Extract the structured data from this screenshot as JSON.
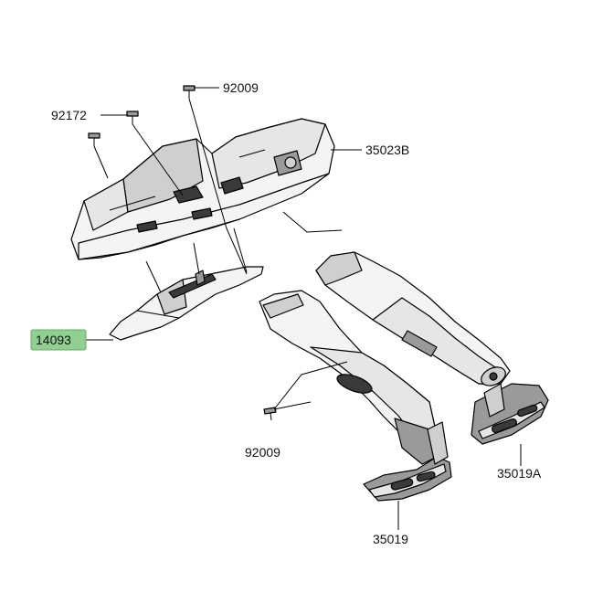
{
  "parts": {
    "p92009_top": "92009",
    "p92172": "92172",
    "p35023B": "35023B",
    "p14093": "14093",
    "p92009_bottom": "92009",
    "p35019A": "35019A",
    "p35019": "35019"
  },
  "colors": {
    "highlight": "#8fcf8f",
    "line": "#000000",
    "background": "#ffffff"
  }
}
